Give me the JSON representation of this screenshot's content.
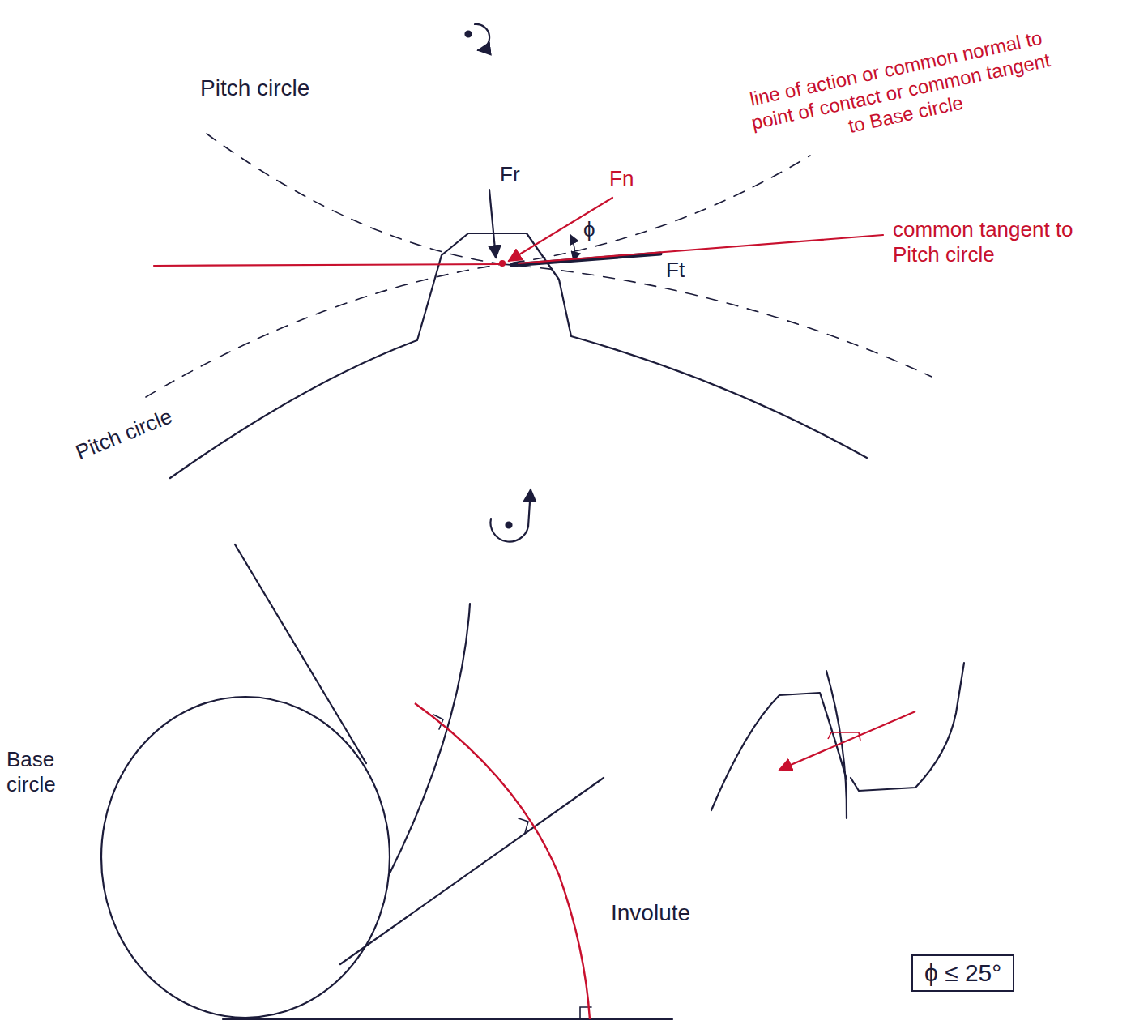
{
  "diagram": {
    "nodes": [
      {
        "text": [
          "ϕ ≤ 25°"
        ]
      }
    ],
    "labels": [
      "Pitch circle",
      "line of action or common normal to point of contact or common tangent to Base circle",
      "Fr",
      "Fn",
      "ϕ",
      "Ft",
      "common tangent to Pitch circle",
      "Pitch circle",
      "Base circle",
      "Involute"
    ]
  }
}
